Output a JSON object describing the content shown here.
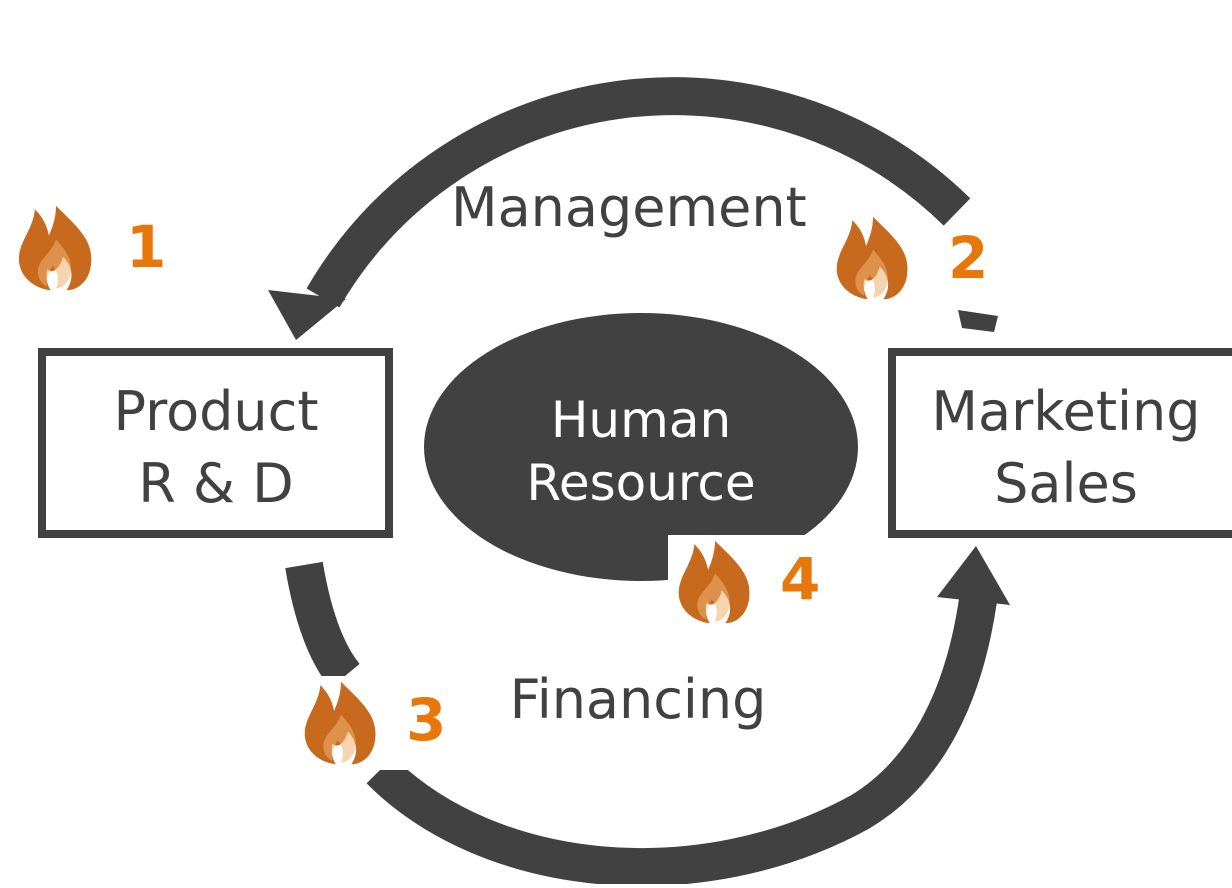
{
  "colors": {
    "dark": "#414141",
    "accent": "#E8770B",
    "flame": "#C86A1E",
    "background": "#FFFFFF"
  },
  "nodes": {
    "product": {
      "line1": "Product",
      "line2": "R & D"
    },
    "marketing": {
      "line1": "Marketing",
      "line2": "Sales"
    },
    "human_resource": {
      "line1": "Human",
      "line2": "Resource"
    }
  },
  "flows": {
    "top_label": "Management",
    "bottom_label": "Financing"
  },
  "markers": [
    {
      "number": "1",
      "icon": "flame-icon"
    },
    {
      "number": "2",
      "icon": "flame-icon"
    },
    {
      "number": "3",
      "icon": "flame-icon"
    },
    {
      "number": "4",
      "icon": "flame-icon"
    }
  ]
}
